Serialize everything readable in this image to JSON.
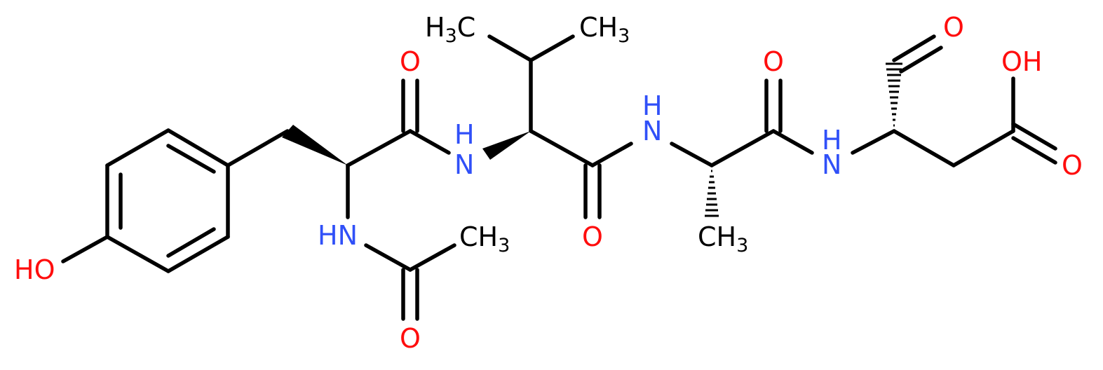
{
  "colors": {
    "bond": "#000000",
    "carbon": "#000000",
    "oxygen": "#ff0d0d",
    "nitrogen": "#3050f8"
  },
  "atoms": {
    "hydroxyl_tyr": "HO",
    "nh_acetyl": "HN",
    "ch3_acetyl": "CH",
    "ch3_acetyl_sub": "3",
    "o_acetyl": "O",
    "o_amide1": "O",
    "nh_val": "N",
    "nh_val_h": "H",
    "h3c_val": "H",
    "h3c_val_sub": "3",
    "h3c_val_c": "C",
    "ch3_val": "CH",
    "ch3_val_sub": "3",
    "o_amide2": "O",
    "nh_ala_h": "H",
    "nh_ala": "N",
    "ch3_ala": "CH",
    "ch3_ala_sub": "3",
    "o_amide3": "O",
    "nh_asp_h": "H",
    "nh_asp": "N",
    "o_aldehyde": "O",
    "oh_acid": "OH",
    "o_acid": "O"
  }
}
